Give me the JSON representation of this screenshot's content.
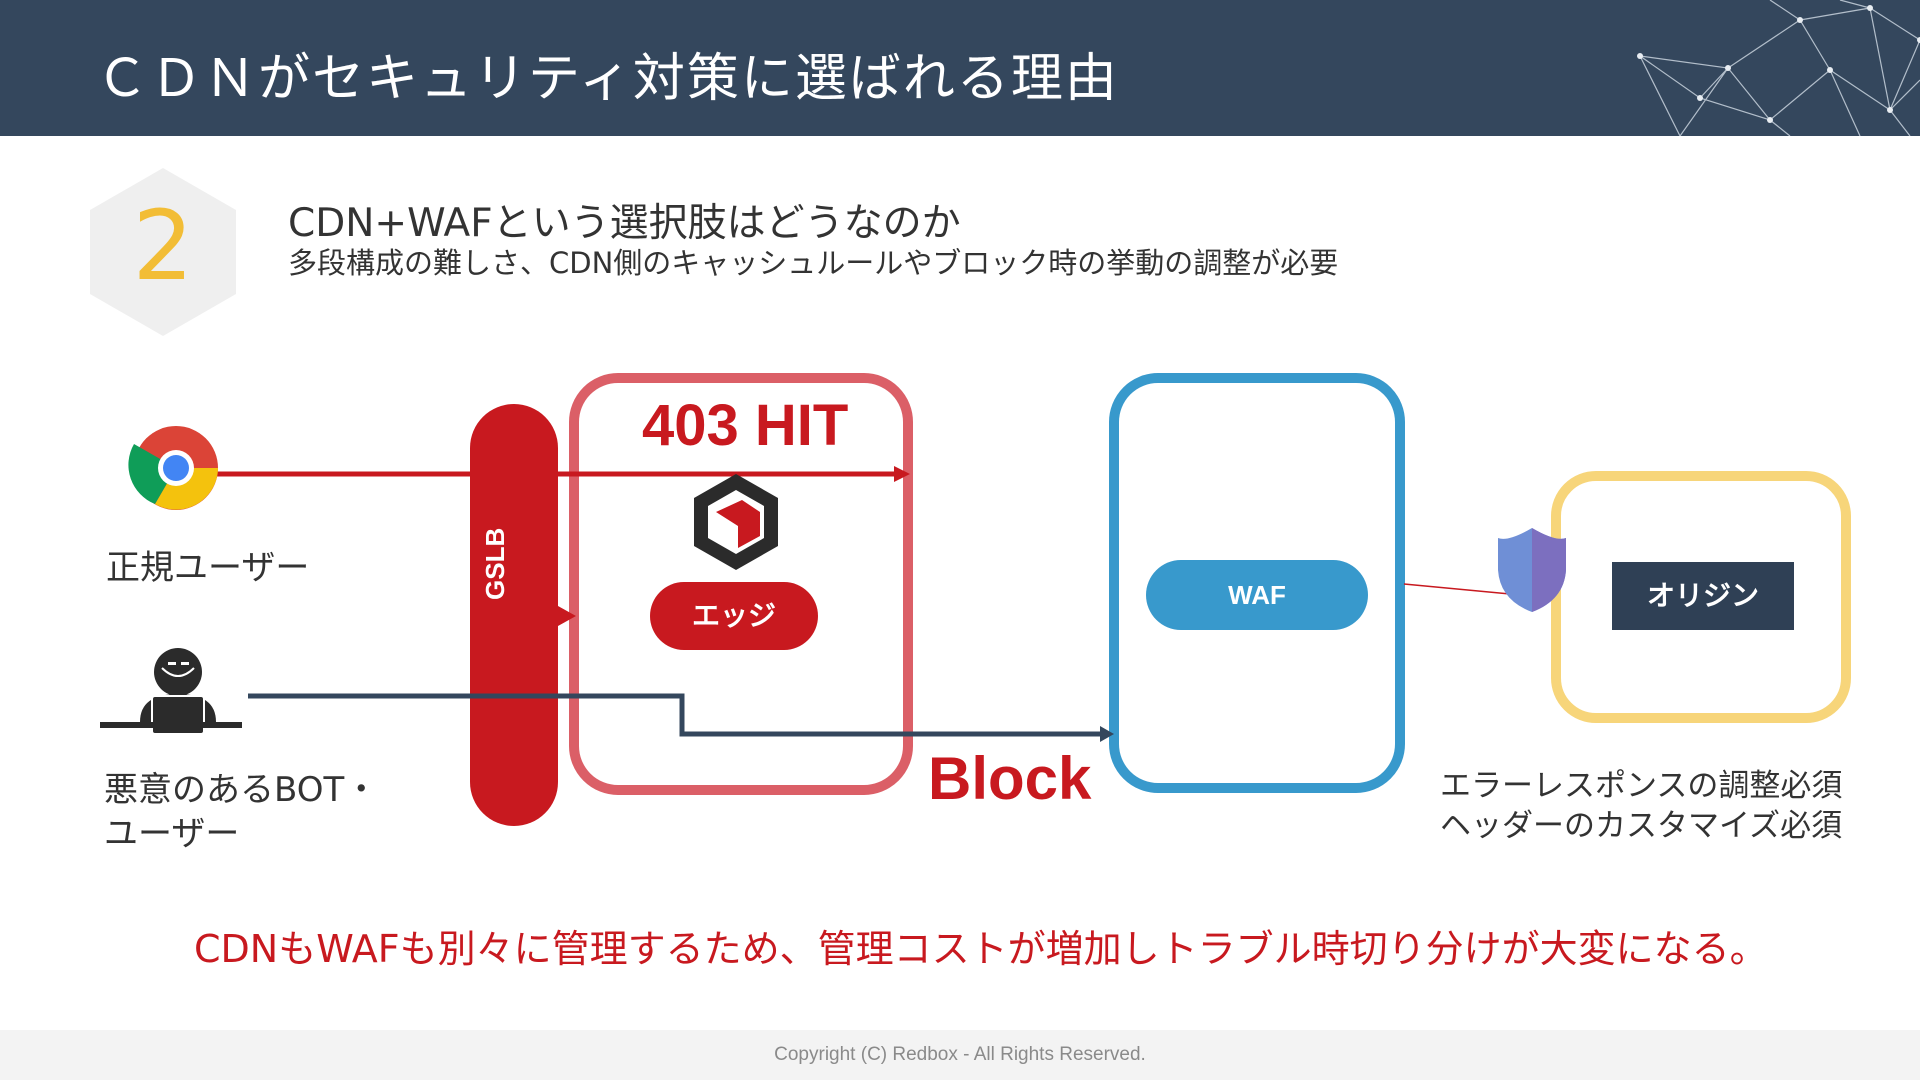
{
  "header": {
    "title": "ＣＤＮがセキュリティ対策に選ばれる理由"
  },
  "section": {
    "number": "2",
    "title": "CDN+WAFという選択肢はどうなのか",
    "subtitle": "多段構成の難しさ、CDN側のキャッシュルールやブロック時の挙動の調整が必要"
  },
  "diagram": {
    "user_label": "正規ユーザー",
    "bot_label_line1": "悪意のあるBOT・",
    "bot_label_line2": "ユーザー",
    "gslb_label": "GSLB",
    "hit_label": "403 HIT",
    "edge_label": "エッジ",
    "block_label": "Block",
    "waf_label": "WAF",
    "origin_label": "オリジン",
    "note_line1": "エラーレスポンスの調整必須",
    "note_line2": "ヘッダーのカスタマイズ必須"
  },
  "conclusion": "CDNもWAFも別々に管理するため、管理コストが増加しトラブル時切り分けが大変になる。",
  "footer": {
    "copyright": "Copyright (C) Redbox - All Rights Reserved."
  },
  "colors": {
    "header_bg": "#34475d",
    "accent_red": "#c8191f",
    "cdn_border": "#db5f67",
    "waf_blue": "#3899cc",
    "origin_yellow": "#f7d57a",
    "number_yellow": "#f2bd36"
  }
}
